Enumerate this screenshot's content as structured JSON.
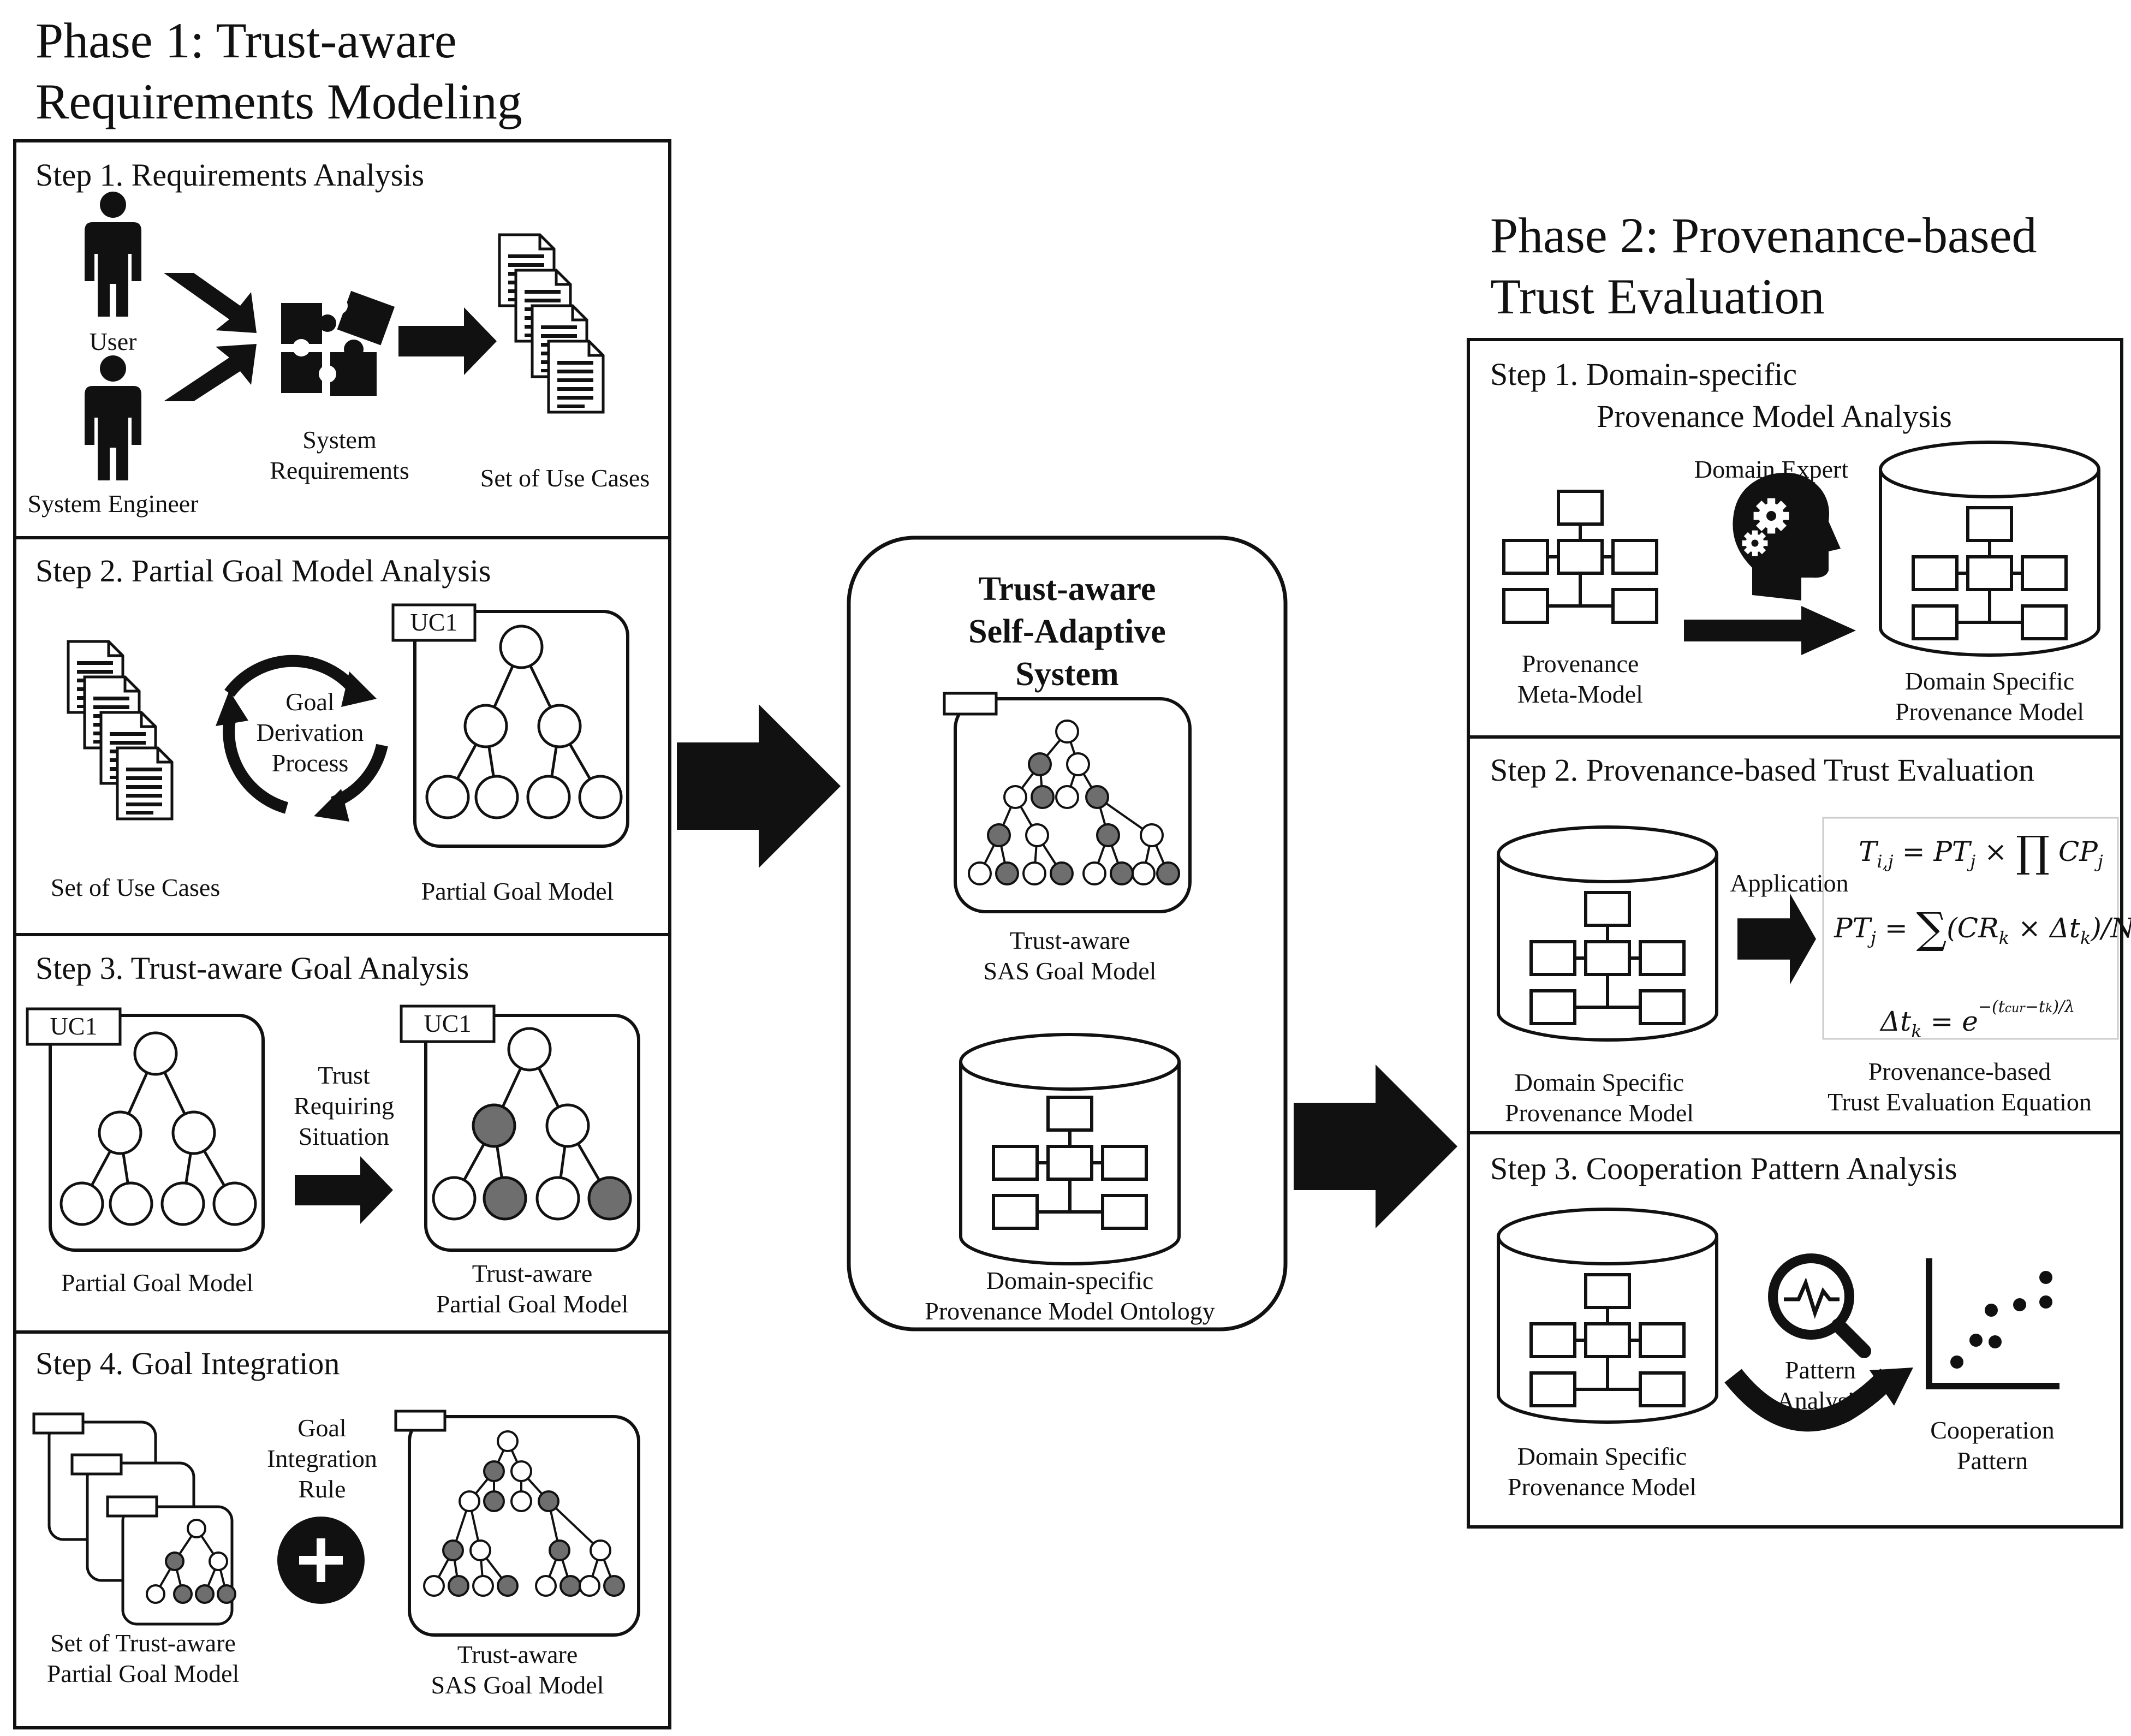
{
  "phase1": {
    "title_line1": "Phase 1: Trust-aware",
    "title_line2": "Requirements Modeling",
    "step1": {
      "title": "Step 1. Requirements Analysis",
      "user": "User",
      "engineer": "System Engineer",
      "req_line1": "System",
      "req_line2": "Requirements",
      "usecases": "Set of Use Cases"
    },
    "step2": {
      "title": "Step 2. Partial Goal Model Analysis",
      "usecases": "Set of Use Cases",
      "process_line1": "Goal",
      "process_line2": "Derivation",
      "process_line3": "Process",
      "uc": "UC1",
      "model": "Partial Goal Model"
    },
    "step3": {
      "title": "Step 3. Trust-aware Goal Analysis",
      "uc": "UC1",
      "model": "Partial Goal Model",
      "trust_line1": "Trust",
      "trust_line2": "Requiring",
      "trust_line3": "Situation",
      "result_line1": "Trust-aware",
      "result_line2": "Partial Goal Model"
    },
    "step4": {
      "title": "Step 4. Goal Integration",
      "rule_line1": "Goal",
      "rule_line2": "Integration",
      "rule_line3": "Rule",
      "set_line1": "Set of Trust-aware",
      "set_line2": "Partial Goal Model",
      "result_line1": "Trust-aware",
      "result_line2": "SAS Goal Model"
    }
  },
  "center": {
    "title_line1": "Trust-aware",
    "title_line2": "Self-Adaptive",
    "title_line3": "System",
    "goal_line1": "Trust-aware",
    "goal_line2": "SAS Goal Model",
    "onto_line1": "Domain-specific",
    "onto_line2": "Provenance Model Ontology"
  },
  "phase2": {
    "title_line1": "Phase 2: Provenance-based",
    "title_line2": "Trust Evaluation",
    "step1": {
      "title_line1": "Step 1. Domain-specific",
      "title_line2": "Provenance Model Analysis",
      "meta_line1": "Provenance",
      "meta_line2": "Meta-Model",
      "expert": "Domain Expert",
      "model_line1": "Domain Specific",
      "model_line2": "Provenance Model"
    },
    "step2": {
      "title": "Step 2. Provenance-based Trust Evaluation",
      "model_line1": "Domain Specific",
      "model_line2": "Provenance Model",
      "application": "Application",
      "eq_line1": "Provenance-based",
      "eq_line2": "Trust Evaluation Equation"
    },
    "step3": {
      "title": "Step 3. Cooperation Pattern Analysis",
      "model_line1": "Domain Specific",
      "model_line2": "Provenance Model",
      "pattern_line1": "Pattern",
      "pattern_line2": "Analysis",
      "coop_line1": "Cooperation",
      "coop_line2": "Pattern"
    }
  },
  "colors": {
    "ink": "#111111",
    "gray_node": "#6e6e6e",
    "eq_border": "#cccccc"
  }
}
